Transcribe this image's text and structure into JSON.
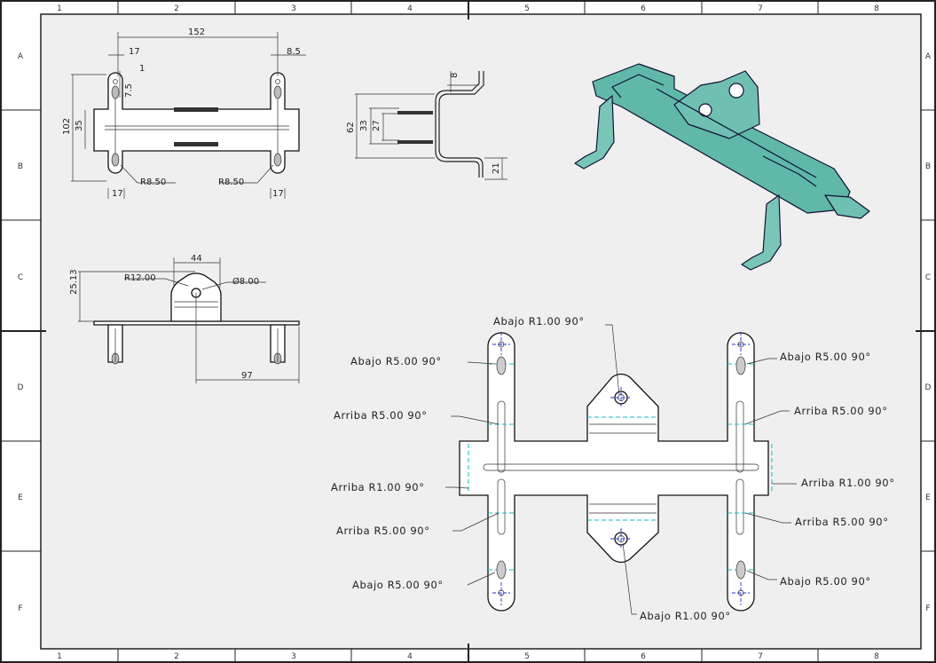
{
  "sheet": {
    "columns": [
      "1",
      "2",
      "3",
      "4",
      "5",
      "6",
      "7",
      "8"
    ],
    "rows": [
      "A",
      "B",
      "C",
      "D",
      "E",
      "F"
    ],
    "colors": {
      "background": "#f0efef",
      "border": "#222222",
      "iso_fill": "#5fb8a8",
      "centerline": "#2233cc",
      "bend_line": "#19b8c8"
    }
  },
  "top_view": {
    "dims": {
      "overall_width": "152",
      "tab_width_right": "8.5",
      "tab_offset_top": "17",
      "hole_tick": "1",
      "hole_offset": "7.5",
      "overall_height": "102",
      "inner_height": "35",
      "radius_left": "R8.50",
      "radius_right": "R8.50",
      "bottom_left": "17",
      "bottom_right": "17"
    }
  },
  "side_view": {
    "dims": {
      "flange": "8",
      "height": "62",
      "inner_a": "33",
      "inner_b": "27",
      "foot": "21"
    }
  },
  "front_view": {
    "dims": {
      "height": "25.13",
      "radius": "R12.00",
      "top_width": "44",
      "hole": "Ø8.00",
      "offset": "97"
    }
  },
  "flat_pattern": {
    "notes": {
      "top_center": "Abajo R1.00 90°",
      "bottom_center": "Abajo R1.00 90°",
      "left_1": "Abajo R5.00 90°",
      "left_2": "Arriba R5.00 90°",
      "left_3": "Arriba R1.00 90°",
      "left_4": "Arriba R5.00 90°",
      "left_5": "Abajo R5.00 90°",
      "right_1": "Abajo R5.00 90°",
      "right_2": "Arriba R5.00 90°",
      "right_3": "Arriba R1.00 90°",
      "right_4": "Arriba R5.00 90°",
      "right_5": "Abajo R5.00 90°"
    }
  }
}
